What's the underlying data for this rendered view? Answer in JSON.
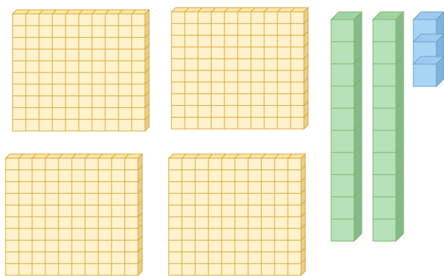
{
  "scene": "base-ten blocks",
  "colors": {
    "hundred_flat_face": "#fff2cc",
    "hundred_flat_top": "#fce5a8",
    "hundred_flat_side": "#e8cf8c",
    "hundred_flat_line": "#d6a630",
    "ten_rod_face": "#b5e0b8",
    "ten_rod_top": "#9fd3a3",
    "ten_rod_side": "#86ba8a",
    "ten_rod_line": "#82b366",
    "one_cube_face": "#a8d4f5",
    "one_cube_top": "#9ccaf0",
    "one_cube_side": "#7fb2dc",
    "one_cube_line": "#6c9ebf"
  },
  "blocks": {
    "hundred_flats": 4,
    "ten_rods": 2,
    "one_cubes": 3,
    "units_per_flat_side": 10,
    "units_per_rod": 10
  }
}
